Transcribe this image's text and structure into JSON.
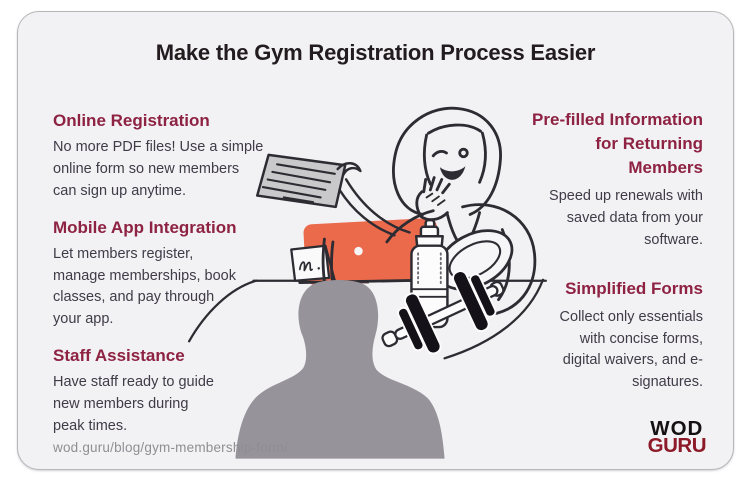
{
  "card": {
    "title": "Make the Gym Registration Process Easier",
    "left_sections": [
      {
        "heading": "Online Registration",
        "body": "No more PDF files! Use a simple\nonline form so new members\ncan sign up anytime."
      },
      {
        "heading": "Mobile App Integration",
        "body": "Let members register,\nmanage memberships, book\nclasses, and pay through\nyour app."
      },
      {
        "heading": "Staff Assistance",
        "body": "Have staff ready to guide\nnew members during\npeak times."
      }
    ],
    "right_sections": [
      {
        "heading": "Pre-filled Information\nfor Returning\nMembers",
        "body": "Speed up renewals with\nsaved data from your\nsoftware."
      },
      {
        "heading": "Simplified Forms",
        "body": "Collect only essentials\nwith concise forms,\ndigital waivers, and e-\nsignatures."
      }
    ],
    "footer": {
      "url": "wod.guru/blog/gym-membership-form/",
      "logo": {
        "line1": "WOD",
        "line2": "GURU"
      }
    }
  },
  "illustration": {
    "description": "Line-art woman waving at an orange laptop on a desk, holding a hatched registration form; name card, protein shaker bottle and dumbbell on desk; gray head-and-shoulders silhouette of a viewer in the foreground",
    "icons": [
      "registration-form-icon",
      "laptop-icon",
      "name-card-icon",
      "woman-illustration",
      "shaker-bottle-icon",
      "dumbbell-icon",
      "desk-icon",
      "person-silhouette"
    ]
  },
  "colors": {
    "card_background": "#f2f1f3",
    "card_border": "#b8b6ba",
    "title_text": "#221c1e",
    "section_heading": "#8e2243",
    "body_text": "#3f3c48",
    "url_text": "#8f8e94",
    "logo_black": "#151112",
    "logo_red": "#8c1a28",
    "laptop_orange": "#ec6a4c",
    "silhouette_gray": "#96949a",
    "line_art": "#2e2c33"
  }
}
